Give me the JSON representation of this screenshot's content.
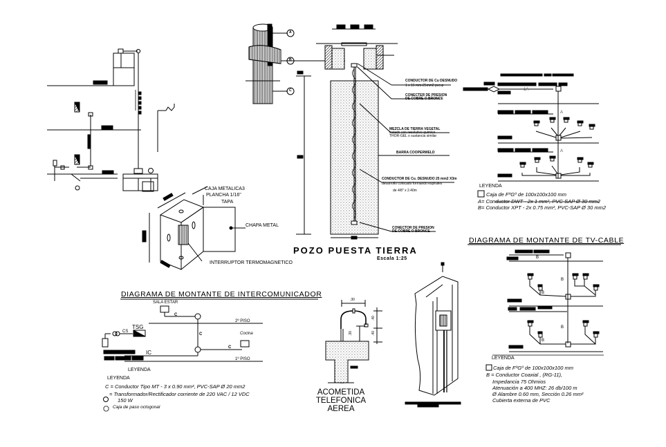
{
  "sheet": {
    "background": "#ffffff",
    "ink": "#000000"
  },
  "pozo": {
    "title": "POZO  PUESTA TIERRA",
    "scale": "Escala  1:25",
    "labels": {
      "a": "A",
      "b": "B",
      "c": "C"
    },
    "notes": [
      {
        "line1": "CONDUCTOR DE Cu DESNUDO",
        "line2": "1 x 16 mm-25mm2 pvc-p"
      },
      {
        "line1": "CONECTER DE PRESION",
        "line2": "DE COBRE O BRONCE"
      },
      {
        "line1": "MEZCLA DE TIERRA VEGETAL",
        "line2": "tratado con resolutivo quimico",
        "line3": "THOR-GEL o sustancia similar"
      },
      {
        "line1": "BARRA COOPERWELD"
      },
      {
        "line1": "CONDUCTOR DE Cu. DESNUDO 25 mm2 X3m",
        "line2": "desarrollo colocado formando espirales",
        "line3": "de 4/8\" x 2.40m"
      },
      {
        "line1": "CONECTOR DE PRESION",
        "line2": "DE COBRE O BRONCE"
      }
    ]
  },
  "caja": {
    "labels": [
      "CAJA METALICA3",
      "PLANCHA 1/16\"",
      "TAPA",
      "CHAPA METAL",
      "INTERRUPTOR TERMOMAGNETICO"
    ]
  },
  "intercom": {
    "title": "DIAGRAMA DE MONTANTE DE INTERCOMUNICADOR",
    "sala": "SALA ESTAR",
    "cocina": "Cocina",
    "tsg": "TSG",
    "cs": "CS",
    "ic": "IC",
    "c": "C",
    "piso2": "2º PISO",
    "piso1": "1º PISO",
    "leyenda1": "LEYENDA",
    "leyenda2": "LEYENDA",
    "legend": [
      "C = Conductor Tipo MT - 3 x 0.90 mm², PVC-SAP Ø 20 mm2",
      "= Transformador/Rectificador corriente de 220 VAC / 12 VDC",
      "150 W",
      "Caja de paso octogonal"
    ]
  },
  "acometida": {
    "title_lines": [
      "ACOMETIDA",
      "TELEFONICA",
      "AEREA"
    ],
    "dim_top": ".30",
    "dim_a": ".40",
    "dim_b": ".40",
    "dim_c": ".30"
  },
  "telefono": {
    "legend_title": "LEYENDA",
    "legend": [
      "Caja de FºGº de 100x100x100 mm",
      "A= Conductor DWT - 2x 1 mm²,  PVC-SAP Ø 30 mm2",
      "B= Conductor XPT - 2x 0.75 mm², PVC-SAP Ø 30 mm2"
    ],
    "line_label": "1A",
    "riser_label": "A"
  },
  "tvcable": {
    "title": "DIAGRAMA DE MONTANTE DE TV-CABLE",
    "b": "B",
    "legend_title": "LEYENDA",
    "legend": [
      "Caja de FºGº de 100x100x100 mm",
      "B = Conductor Coaxial , (RG-11),",
      "Impedancia 75 Ohmios",
      "Atenuación  a 400 MHZ: 26 db/100 m",
      "Ø Alambre 0.60 mm, Sección 0.26 mm²",
      "Cubierta externa de PVC"
    ]
  }
}
